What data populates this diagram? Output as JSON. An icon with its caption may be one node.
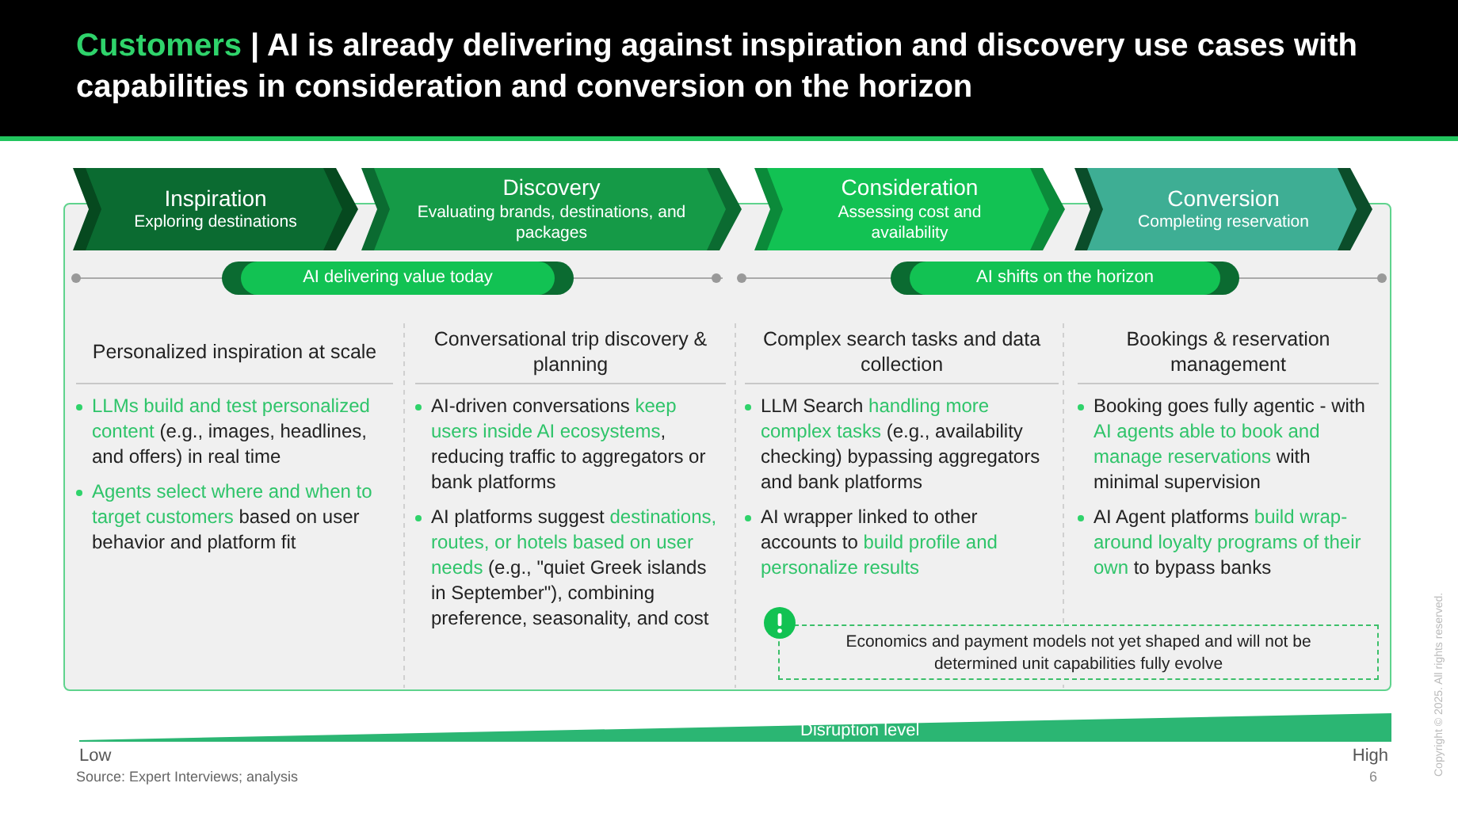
{
  "diagram": {
    "title": "**Customers** | AI is already delivering against inspiration and discovery use cases with capabilities in consideration and conversion on the horizon",
    "nodes": [
      {
        "text": [
          "Inspiration",
          "Exploring destinations"
        ]
      },
      {
        "text": [
          "Discovery",
          "Evaluating brands, destinations, and packages"
        ]
      },
      {
        "text": [
          "Consideration",
          "Assessing cost and availability"
        ]
      },
      {
        "text": [
          "Conversion",
          "Completing reservation"
        ]
      },
      {
        "text": [
          "AI delivering value today"
        ]
      },
      {
        "text": [
          "AI shifts on the horizon"
        ]
      },
      {
        "text": [
          "Economics and payment models not yet shaped and will not be determined unit capabilities fully evolve"
        ]
      }
    ],
    "labels": [
      "Personalized inspiration at scale",
      "**LLMs build and test personalized content** (e.g., images, headlines, and offers) in real time",
      "**Agents select where and when to target customers** based on user behavior and platform fit",
      "Conversational trip discovery & planning",
      "AI-driven conversations **keep users inside AI ecosystems**, reducing traffic to aggregators or bank platforms",
      "AI platforms suggest **destinations, routes, or hotels based on user needs** (e.g., \"quiet Greek islands in September\"), combining preference, seasonality, and cost",
      "Complex search tasks and data collection",
      "LLM Search **handling more complex tasks** (e.g., availability checking) bypassing aggregators and bank platforms",
      "AI wrapper linked to other accounts to **build profile and personalize results**",
      "Bookings & reservation management",
      "Booking goes fully agentic - with **AI agents able to book and manage reservations** with minimal supervision",
      "AI Agent platforms **build wrap-around loyalty programs of their own** to bypass banks",
      "Disruption level",
      "Low",
      "High",
      "Source: Expert Interviews; analysis",
      "6",
      "Copyright © 2025. All rights reserved."
    ]
  }
}
